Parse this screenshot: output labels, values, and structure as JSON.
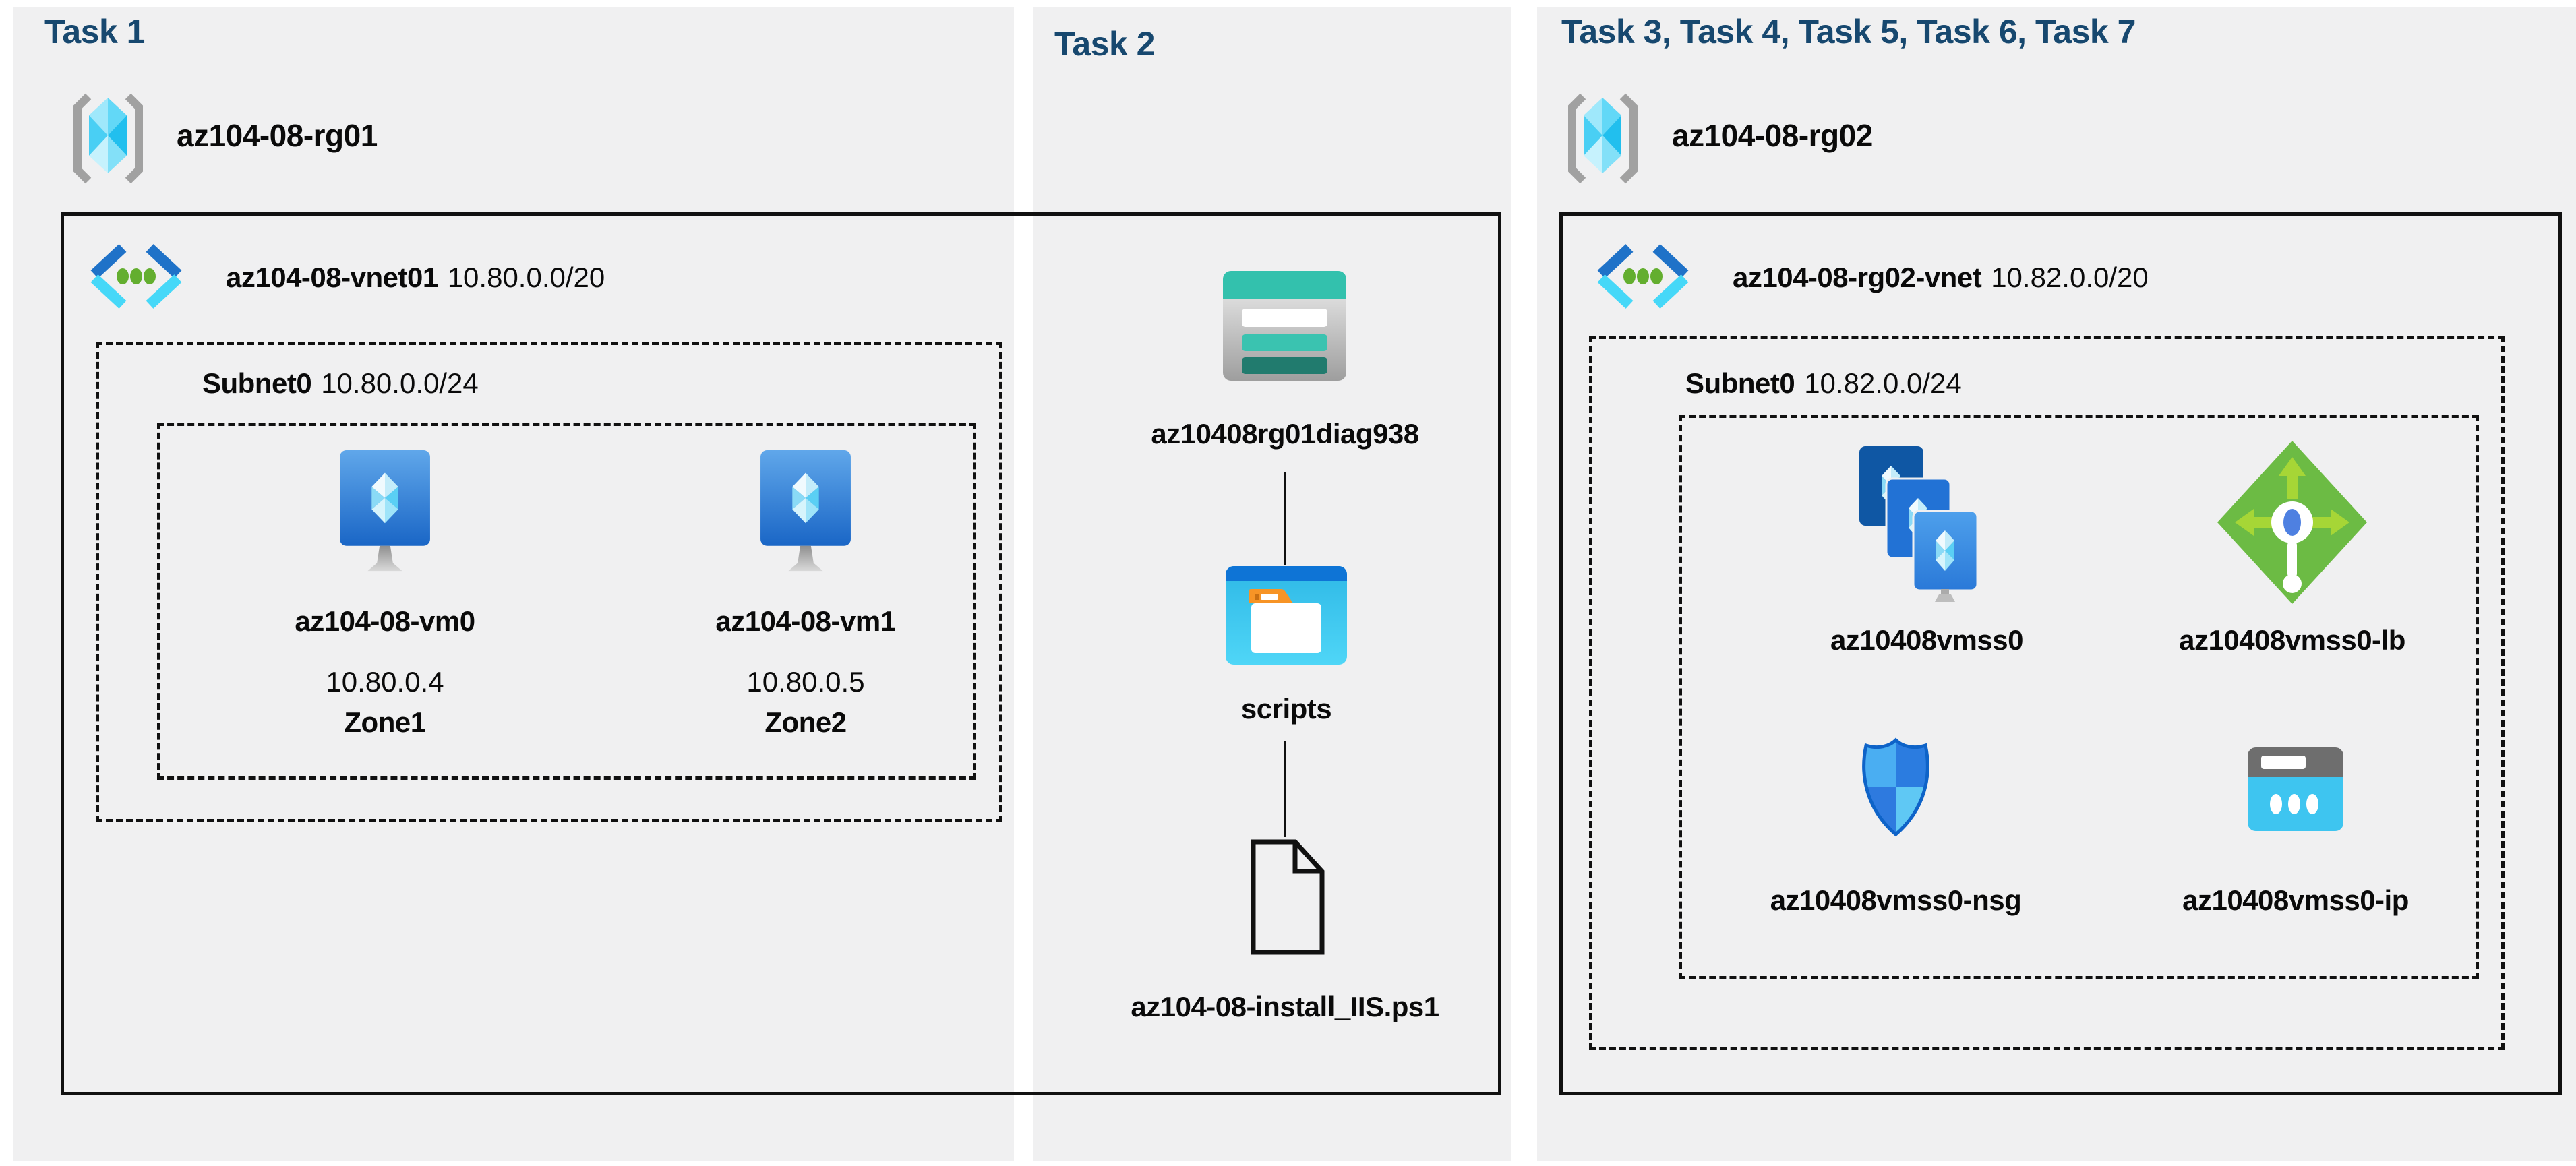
{
  "colors": {
    "page_bg": "#FFFFFF",
    "panel_bg": "#F0F0F1",
    "title_text": "#17486F",
    "label_text": "#0A0A0A",
    "line": "#111111",
    "azure_blue": "#2173C4",
    "azure_cyan": "#46D8F8",
    "vm_screen_blue": "#1A66C6",
    "green_dot": "#63AE2F",
    "lb_green": "#6CBB44",
    "storage_teal": "#33C1AD",
    "folder_orange": "#F79426",
    "ip_cyan": "#3EC5F0"
  },
  "icons": {
    "resource_group": "resource-group-icon",
    "virtual_network": "vnet-icon",
    "virtual_machine": "vm-icon",
    "storage_account": "storage-account-icon",
    "blob_container": "folder-icon",
    "script_file": "file-icon",
    "vm_scale_set": "vmss-icon",
    "load_balancer": "load-balancer-icon",
    "nsg": "shield-icon",
    "public_ip": "public-ip-icon"
  },
  "task1": {
    "title": "Task 1",
    "resource_group": "az104-08-rg01",
    "vnet": {
      "name": "az104-08-vnet01",
      "cidr": "10.80.0.0/20"
    },
    "subnet": {
      "name": "Subnet0",
      "cidr": "10.80.0.0/24"
    },
    "vm0": {
      "name": "az104-08-vm0",
      "ip": "10.80.0.4",
      "zone": "Zone1"
    },
    "vm1": {
      "name": "az104-08-vm1",
      "ip": "10.80.0.5",
      "zone": "Zone2"
    }
  },
  "task2": {
    "title": "Task 2",
    "storage_account": "az10408rg01diag938",
    "container": "scripts",
    "file": "az104-08-install_IIS.ps1"
  },
  "task3to7": {
    "title": "Task 3, Task 4, Task 5, Task 6, Task 7",
    "resource_group": "az104-08-rg02",
    "vnet": {
      "name": "az104-08-rg02-vnet",
      "cidr": "10.82.0.0/20"
    },
    "subnet": {
      "name": "Subnet0",
      "cidr": "10.82.0.0/24"
    },
    "vmss": "az10408vmss0",
    "load_balancer": "az10408vmss0-lb",
    "nsg": "az10408vmss0-nsg",
    "public_ip": "az10408vmss0-ip"
  }
}
